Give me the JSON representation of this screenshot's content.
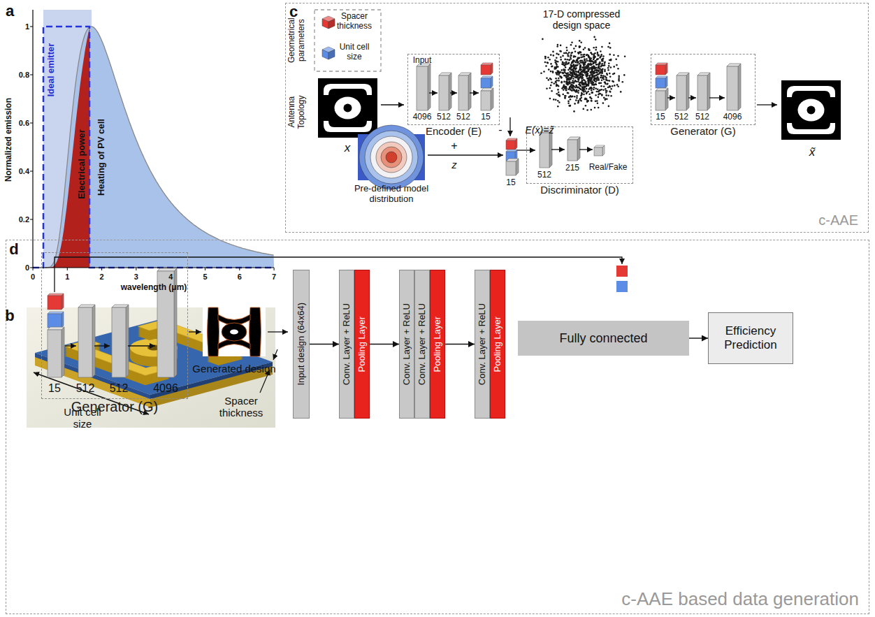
{
  "diagram": {
    "nodes": [
      {
        "text": [
          "c-AAE"
        ]
      },
      {
        "text": [
          "Encoder (E)"
        ],
        "in": 0
      },
      {
        "text": [
          "Generator (G)"
        ],
        "in": 0
      },
      {
        "text": [
          "Discriminator (D)"
        ],
        "in": 0
      },
      {
        "text": [
          "c-AAE based data generation"
        ]
      },
      {
        "text": [
          "Generator (G)"
        ],
        "in": 4
      },
      {
        "text": [
          "Input design (64x64)"
        ],
        "in": 4
      },
      {
        "text": [
          "Conv. Layer + ReLU"
        ],
        "in": 4
      },
      {
        "text": [
          "Pooling Layer"
        ],
        "in": 4
      },
      {
        "text": [
          "Conv. Layer + ReLU"
        ],
        "in": 4
      },
      {
        "text": [
          "Conv. Layer + ReLU"
        ],
        "in": 4
      },
      {
        "text": [
          "Pooling Layer"
        ],
        "in": 4
      },
      {
        "text": [
          "Conv. Layer + ReLU"
        ],
        "in": 4
      },
      {
        "text": [
          "Pooling Layer"
        ],
        "in": 4
      },
      {
        "text": [
          "Fully connected"
        ],
        "in": 4
      },
      {
        "text": [
          "Efficiency Prediction"
        ],
        "in": 4
      }
    ],
    "edges": [
      {
        "from": 6,
        "to": 7,
        "arrow": "to"
      },
      {
        "from": 8,
        "to": 9,
        "arrow": "to"
      },
      {
        "from": 11,
        "to": 12,
        "arrow": "to"
      },
      {
        "from": 14,
        "to": 15,
        "arrow": "to"
      }
    ],
    "labels": [
      "a",
      "Normalized emission",
      "wavelength (μm)",
      "0",
      "1",
      "2",
      "3",
      "4",
      "5",
      "6",
      "7",
      "0",
      "0.2",
      "0.4",
      "0.6",
      "0.8",
      "1",
      "Ideal emitter",
      "Electrical power",
      "Heating of PV cell",
      "b",
      "Spacer thickness",
      "Unit cell size",
      "c",
      "Geometrical parameters",
      "Antenna Topology",
      "x",
      "Input",
      "4096",
      "512",
      "512",
      "15",
      "17-D compressed design space",
      "15",
      "512",
      "512",
      "4096",
      "x̃",
      "-",
      "E(x)=z̃",
      "+",
      "z",
      "Pre-defined model distribution",
      "15",
      "512",
      "215",
      "Real/Fake",
      "d",
      "15",
      "512",
      "512",
      "4096",
      "Generated design"
    ],
    "legend": [
      {
        "text": "Spacer thickness",
        "color": "#e53935"
      },
      {
        "text": "Unit cell size",
        "color": "#5b8de6"
      }
    ]
  }
}
